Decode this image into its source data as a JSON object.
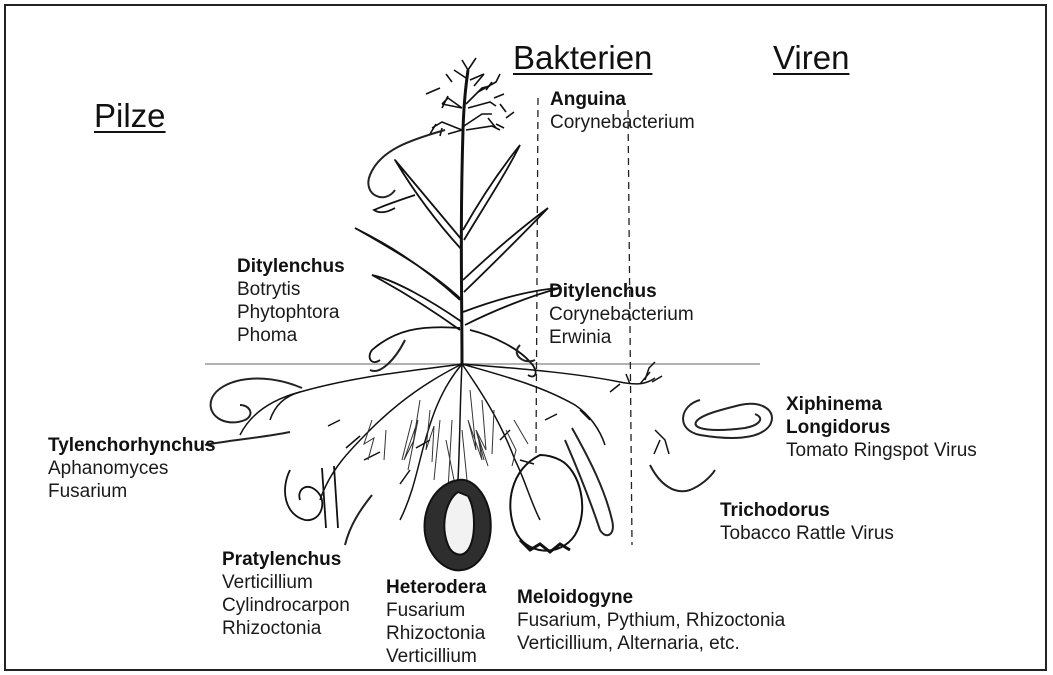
{
  "headers": {
    "pilze": "Pilze",
    "bakterien": "Bakterien",
    "viren": "Viren"
  },
  "groups": {
    "anguina": {
      "nematode": "Anguina",
      "items": [
        "Corynebacterium"
      ]
    },
    "ditylenchus_left": {
      "nematode": "Ditylenchus",
      "items": [
        "Botrytis",
        "Phytophtora",
        "Phoma"
      ]
    },
    "ditylenchus_right": {
      "nematode": "Ditylenchus",
      "items": [
        "Corynebacterium",
        "Erwinia"
      ]
    },
    "tylenchorhynchus": {
      "nematode": "Tylenchorhynchus",
      "items": [
        "Aphanomyces",
        "Fusarium"
      ]
    },
    "xiphinema": {
      "nematodes": [
        "Xiphinema",
        "Longidorus"
      ],
      "items": [
        "Tomato Ringspot Virus"
      ]
    },
    "trichodorus": {
      "nematode": "Trichodorus",
      "items": [
        "Tobacco Rattle Virus"
      ]
    },
    "pratylenchus": {
      "nematode": "Pratylenchus",
      "items": [
        "Verticillium",
        "Cylindrocarpon",
        "Rhizoctonia"
      ]
    },
    "heterodera": {
      "nematode": "Heterodera",
      "items": [
        "Fusarium",
        "Rhizoctonia",
        "Verticillium"
      ]
    },
    "meloidogyne": {
      "nematode": "Meloidogyne",
      "items": [
        "Fusarium, Pythium, Rhizoctonia",
        "Verticillium, Alternaria, etc."
      ]
    }
  }
}
